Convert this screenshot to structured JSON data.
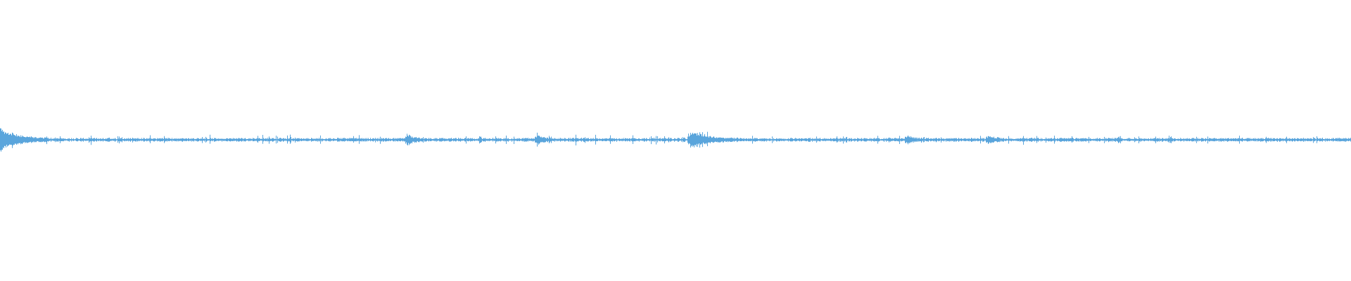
{
  "waveform": {
    "color": "#5aa5dc",
    "background": "#ffffff",
    "bursts": [
      {
        "at": 0.0,
        "amp": 1.0,
        "decay": 0.012
      },
      {
        "at": 0.5105,
        "amp": 0.8,
        "decay": 0.012
      },
      {
        "at": 0.301,
        "amp": 0.45,
        "decay": 0.004
      },
      {
        "at": 0.397,
        "amp": 0.45,
        "decay": 0.004
      },
      {
        "at": 0.671,
        "amp": 0.4,
        "decay": 0.004
      },
      {
        "at": 0.731,
        "amp": 0.4,
        "decay": 0.004
      }
    ],
    "baseline_amplitude": 0.12,
    "peak_amplitude": 0.11
  }
}
